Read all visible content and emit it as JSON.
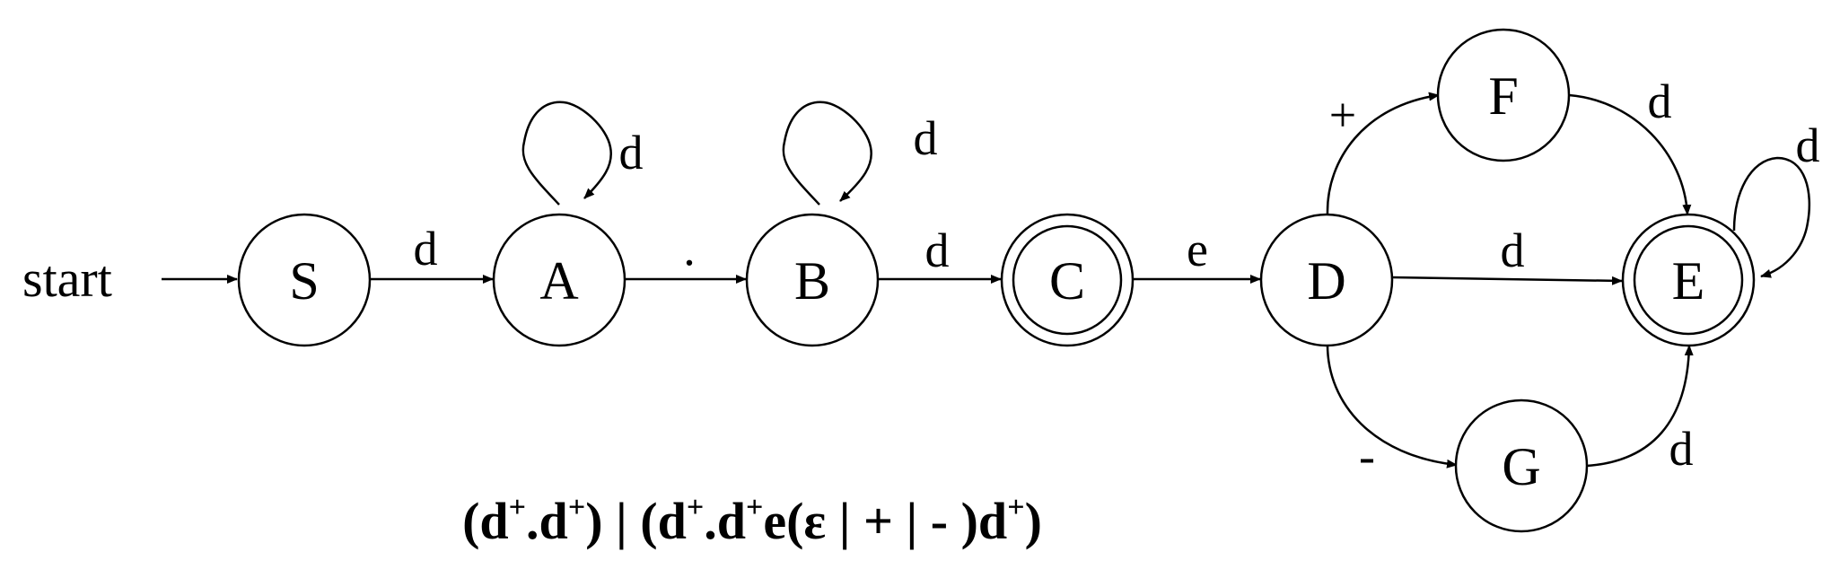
{
  "start_label": "start",
  "states": {
    "S": "S",
    "A": "A",
    "B": "B",
    "C": "C",
    "D": "D",
    "E": "E",
    "F": "F",
    "G": "G"
  },
  "accepting_states": [
    "C",
    "E"
  ],
  "transitions": [
    {
      "from": "start",
      "to": "S",
      "label": ""
    },
    {
      "from": "S",
      "to": "A",
      "label": "d"
    },
    {
      "from": "A",
      "to": "A",
      "label": "d"
    },
    {
      "from": "A",
      "to": "B",
      "label": "."
    },
    {
      "from": "B",
      "to": "B",
      "label": "d"
    },
    {
      "from": "B",
      "to": "C",
      "label": "d"
    },
    {
      "from": "C",
      "to": "D",
      "label": "e"
    },
    {
      "from": "D",
      "to": "E",
      "label": "d"
    },
    {
      "from": "D",
      "to": "F",
      "label": "+"
    },
    {
      "from": "D",
      "to": "G",
      "label": "-"
    },
    {
      "from": "F",
      "to": "E",
      "label": "d"
    },
    {
      "from": "G",
      "to": "E",
      "label": "d"
    },
    {
      "from": "E",
      "to": "E",
      "label": "d"
    }
  ],
  "regex": {
    "p1": "(d",
    "sup1": "+",
    "p2": ".d",
    "sup2": "+",
    "p3": ") | (d",
    "sup3": "+",
    "p4": ".d",
    "sup4": "+",
    "p5": "e(ε | + | - )d",
    "sup5": "+",
    "p6": ")"
  }
}
